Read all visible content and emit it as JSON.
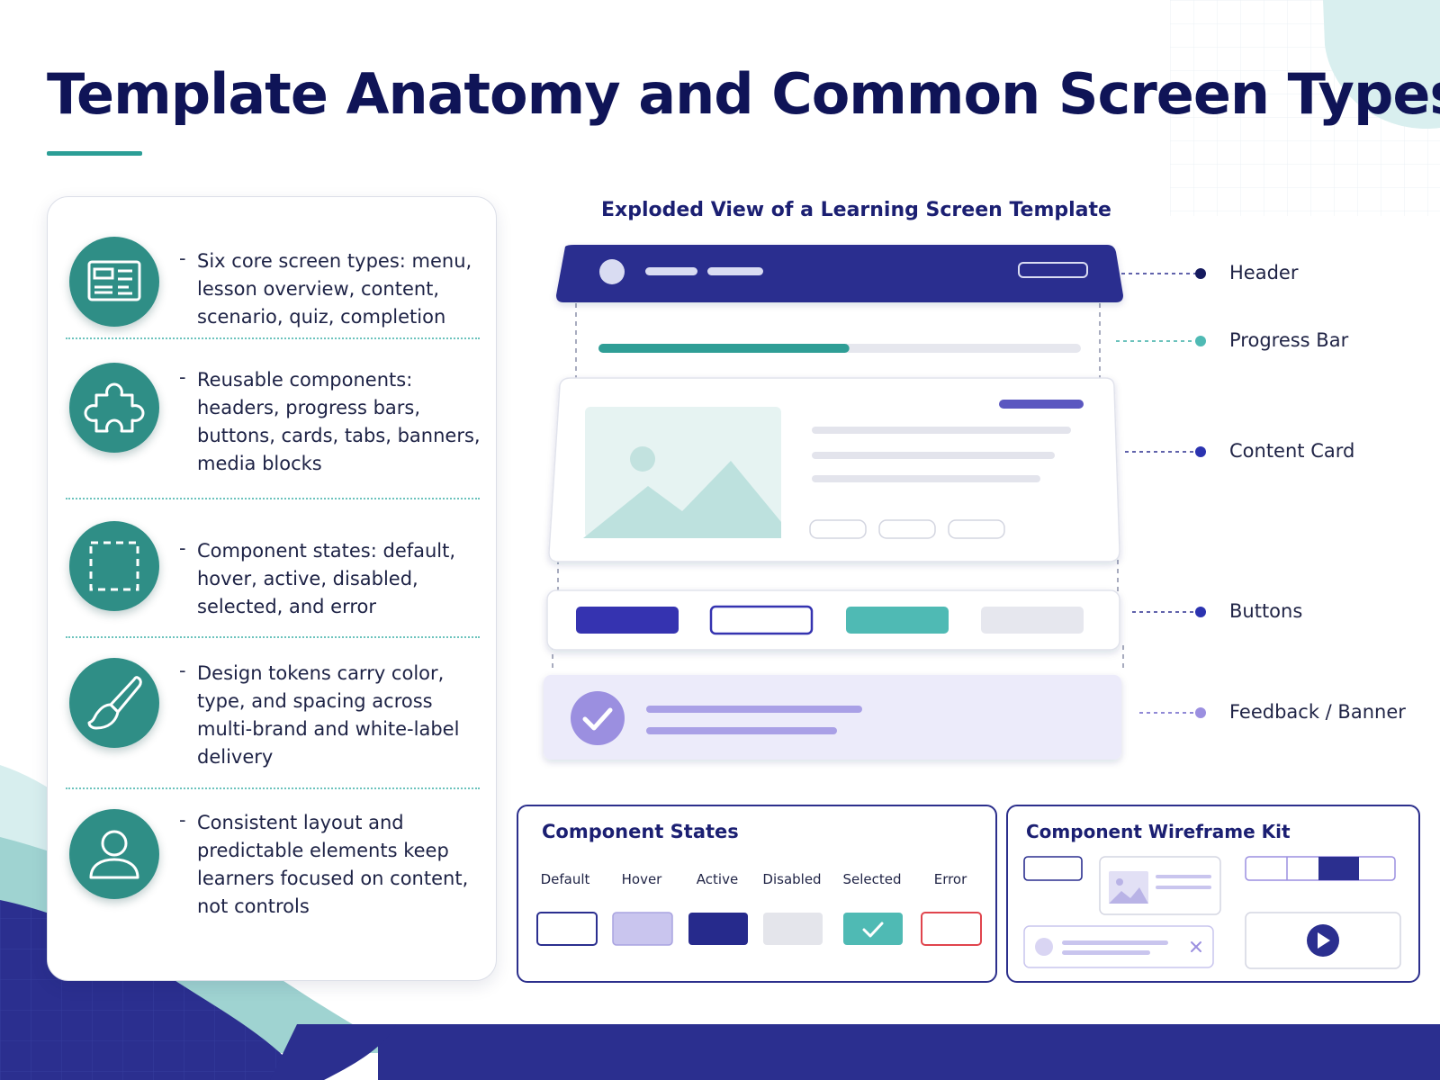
{
  "title": "Template Anatomy and Common Screen Types",
  "features": [
    {
      "icon": "screen-layout-icon",
      "dash": "-",
      "text": "Six core screen types: menu, lesson overview, content, scenario, quiz, completion"
    },
    {
      "icon": "puzzle-piece-icon",
      "dash": "-",
      "text": "Reusable components: headers, progress bars, buttons, cards, tabs, banners, media blocks"
    },
    {
      "icon": "dashed-square-icon",
      "dash": "-",
      "text": "Component states: default, hover, active, disabled, selected, and error"
    },
    {
      "icon": "paintbrush-icon",
      "dash": "-",
      "text": "Design tokens carry color, type, and spacing across multi-brand and white-label delivery"
    },
    {
      "icon": "user-icon",
      "dash": "-",
      "text": "Consistent layout and predictable elements keep learners focused on content, not controls"
    }
  ],
  "exploded_view": {
    "title": "Exploded View of a Learning Screen Template",
    "progress_fraction": 0.52,
    "callouts": [
      "Header",
      "Progress Bar",
      "Content Card",
      "Buttons",
      "Feedback / Banner"
    ]
  },
  "component_states": {
    "title": "Component States",
    "states": [
      "Default",
      "Hover",
      "Active",
      "Disabled",
      "Selected",
      "Error"
    ]
  },
  "wireframe_kit": {
    "title": "Component Wireframe Kit"
  },
  "colors": {
    "navy": "#2b2f8f",
    "teal": "#2f8e86",
    "teal_light": "#4fbab4",
    "lavender": "#9b8fe0",
    "error": "#e0454d"
  }
}
